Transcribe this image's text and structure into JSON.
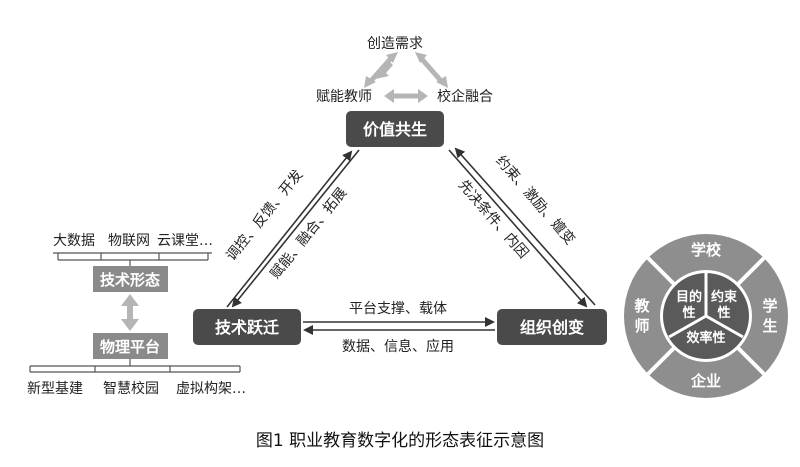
{
  "top": {
    "need": "创造需求",
    "left": "赋能教师",
    "right": "校企融合"
  },
  "nodes": {
    "value": "价值共生",
    "tech": "技术跃迁",
    "org": "组织创变"
  },
  "edges": {
    "tech_to_value_outer": "调控、反馈、开发",
    "tech_to_value_inner": "赋能、融合、拓展",
    "value_org_outer": "约束、激励、嬗变",
    "value_org_inner": "先决条件、内因",
    "tech_org_top": "平台支撑、载体",
    "tech_org_bottom": "数据、信息、应用"
  },
  "left": {
    "top_items": [
      "大数据",
      "物联网",
      "云课堂…"
    ],
    "tech_form": "技术形态",
    "physical": "物理平台",
    "bottom_items": [
      "新型基建",
      "智慧校园",
      "虚拟构架…"
    ]
  },
  "wheel": {
    "top": "学校",
    "left": "教师",
    "right": "学生",
    "bottom": "企业",
    "inner_left": "目的性",
    "inner_right": "约束性",
    "inner_bottom": "效率性"
  },
  "caption": "图1   职业教育数字化的形态表征示意图",
  "colors": {
    "box": "#4a4a4a",
    "gray_box": "#8a8a8a",
    "arrow": "#b5b5b5",
    "wheel_outer": "#8e8e8e",
    "wheel_inner": "#5a5a5a"
  }
}
